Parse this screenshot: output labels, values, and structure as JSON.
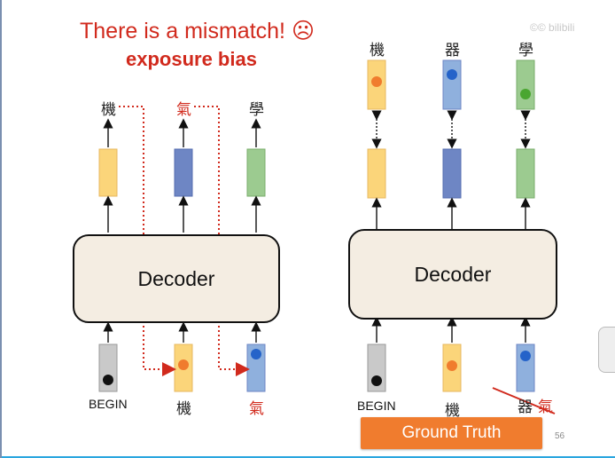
{
  "slide": {
    "title_line1": "There is a mismatch! ☹",
    "title_line2": "exposure bias",
    "page_number": "56",
    "watermark": "©© bilibili"
  },
  "left_diagram": {
    "decoder_label": "Decoder",
    "outputs": [
      "機",
      "氣",
      "學"
    ],
    "inputs": [
      "BEGIN",
      "機",
      "氣"
    ]
  },
  "right_diagram": {
    "decoder_label": "Decoder",
    "targets": [
      "機",
      "器",
      "學"
    ],
    "inputs": [
      "BEGIN",
      "機",
      "器",
      "氣"
    ]
  },
  "ground_truth_label": "Ground Truth",
  "colors": {
    "red": "#d12a1d",
    "yellow": "#fbd57a",
    "blue": "#8fb0dd",
    "blue_dark": "#6e86c4",
    "green": "#9ccb90",
    "gray": "#c9c9c9",
    "orange_dot": "#f07c2e",
    "blue_dot": "#2563c9",
    "green_dot": "#4aa630",
    "decoder_fill": "#f4ede2",
    "gt_orange": "#f07c2e"
  },
  "icons": {
    "frown": "frown-icon",
    "red_dot": "cursor-dot-icon"
  }
}
